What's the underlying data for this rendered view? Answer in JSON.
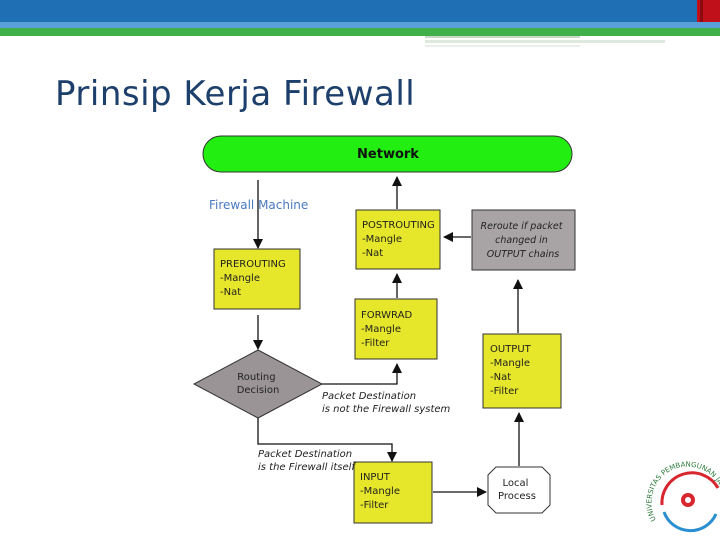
{
  "slide": {
    "title": "Prinsip Kerja Firewall"
  },
  "diagram": {
    "network": "Network",
    "firewall_machine": "Firewall Machine",
    "prerouting": [
      "PREROUTING",
      "-Mangle",
      "-Nat"
    ],
    "routing_decision": [
      "Routing",
      "Decision"
    ],
    "postrouting": [
      "POSTROUTING",
      "-Mangle",
      "-Nat"
    ],
    "forward": [
      "FORWRAD",
      "-Mangle",
      "-Filter"
    ],
    "reroute": [
      "Reroute if packet",
      "changed in",
      "OUTPUT chains"
    ],
    "output": [
      "OUTPUT",
      "-Mangle",
      "-Nat",
      "-Filter"
    ],
    "input": [
      "INPUT",
      "-Mangle",
      "-Filter"
    ],
    "local_process": [
      "Local",
      "Process"
    ],
    "label_not_firewall": [
      "Packet Destination",
      "is not the Firewall system"
    ],
    "label_firewall_itself": [
      "Packet Destination",
      "is the Firewall itself"
    ]
  },
  "colors": {
    "network_fill": "#22ee11",
    "box_fill": "#e6e62a",
    "reroute_fill": "#a8a4a6",
    "decision_fill": "#9a9496",
    "title": "#1d3f6b",
    "header_blue": "#1e6fb3",
    "header_green": "#3fb04a",
    "header_red": "#c0101a"
  },
  "logo": {
    "text": "UNIVERSITAS PEMBANGUNAN JAYA"
  }
}
